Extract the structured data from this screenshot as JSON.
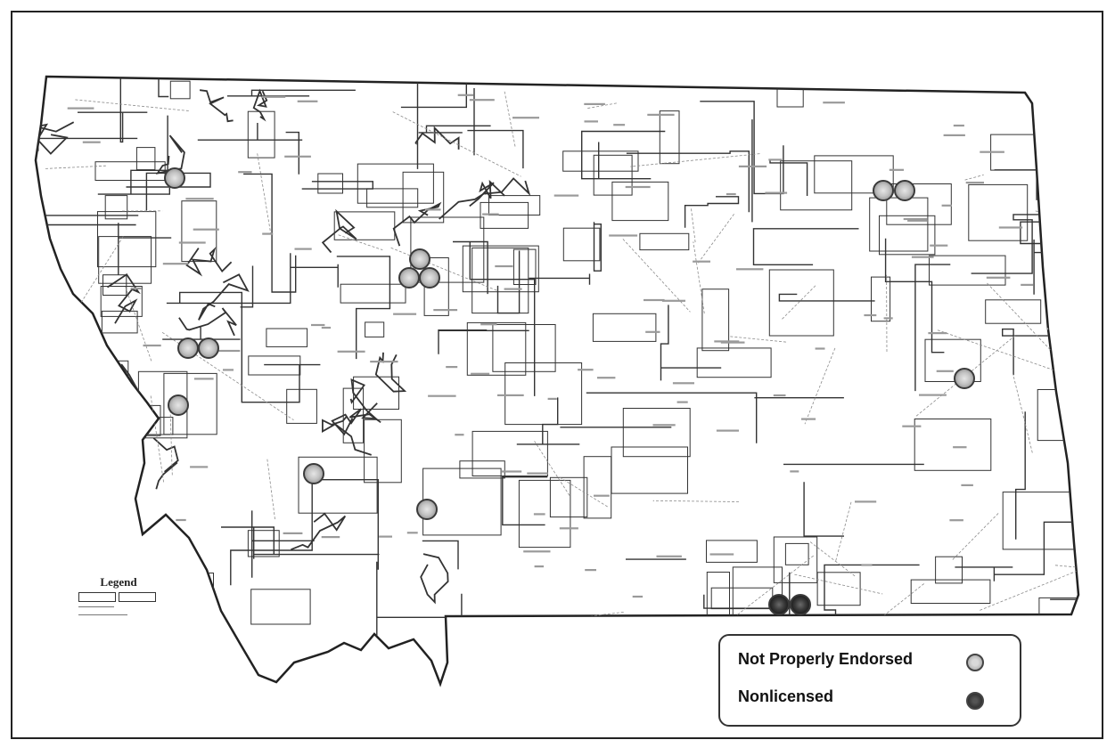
{
  "legend": {
    "title": "Legend",
    "items": [
      {
        "label": "Not Properly Endorsed",
        "symbol": "light-circle",
        "color": "#bdbdbd"
      },
      {
        "label": "Nonlicensed",
        "symbol": "dark-circle",
        "color": "#2b2b2b"
      }
    ]
  },
  "markers": {
    "not_properly_endorsed": [
      {
        "location": "northwest-1"
      },
      {
        "location": "northeast-1"
      },
      {
        "location": "northeast-2"
      },
      {
        "location": "central-north-1"
      },
      {
        "location": "central-north-2"
      },
      {
        "location": "central-north-3"
      },
      {
        "location": "west-1"
      },
      {
        "location": "west-2"
      },
      {
        "location": "southwest-1"
      },
      {
        "location": "southwest-central-1"
      },
      {
        "location": "south-central-1"
      },
      {
        "location": "east-1"
      }
    ],
    "nonlicensed": [
      {
        "location": "south-east-1"
      },
      {
        "location": "south-east-2"
      }
    ]
  },
  "colors": {
    "boundary": "#333333",
    "road": "#8a8a8a",
    "endorsed_fill": "#bdbdbd",
    "nonlicensed_fill": "#2b2b2b"
  }
}
